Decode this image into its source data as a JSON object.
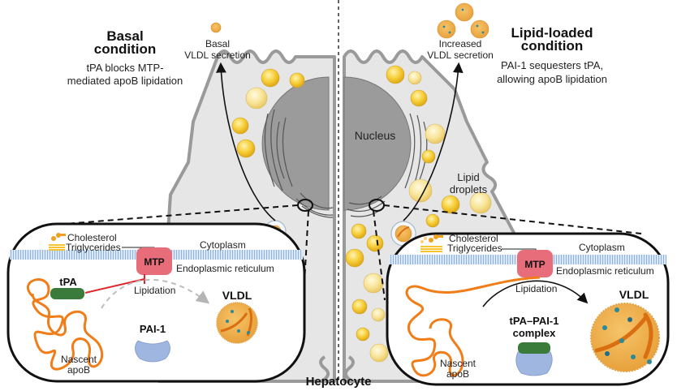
{
  "figure": {
    "title": "Hepatocyte",
    "colors": {
      "cell_fill": "#e6e6e6",
      "cell_outline": "#9a9a9a",
      "nucleus": "#9b9b9b",
      "lipid_droplet": "#f5c82e",
      "lipid_droplet_light": "#f7e08a",
      "apoB": "#f07d18",
      "tPA": "#3a7a3a",
      "PAI1": "#9fb6e0",
      "MTP": "#e86d7a",
      "inhibition": "#e0262c",
      "membrane": "#a8c4e8",
      "vldl": "#f0b04a",
      "vldl_dots": "#2a8a9a"
    }
  },
  "left_panel": {
    "heading": [
      "Basal",
      "condition"
    ],
    "description": [
      "tPA blocks MTP-",
      "mediated apoB lipidation"
    ],
    "secretion_label": [
      "Basal",
      "VLDL secretion"
    ],
    "inset": {
      "cholesterol": "Cholesterol",
      "triglycerides": "Triglycerides",
      "cytoplasm": "Cytoplasm",
      "er": "Endoplasmic reticulum",
      "mtp": "MTP",
      "tpa": "tPA",
      "lipidation": "Lipidation",
      "vldl": "VLDL",
      "pai1": "PAI-1",
      "apob": [
        "Nascent",
        "apoB"
      ]
    }
  },
  "right_panel": {
    "heading": [
      "Lipid-loaded",
      "condition"
    ],
    "description": [
      "PAI-1 sequesters tPA,",
      "allowing apoB lipidation"
    ],
    "secretion_label": [
      "Increased",
      "VLDL secretion"
    ],
    "lipid_droplets_label": [
      "Lipid",
      "droplets"
    ],
    "inset": {
      "cholesterol": "Cholesterol",
      "triglycerides": "Triglycerides",
      "cytoplasm": "Cytoplasm",
      "er": "Endoplasmic reticulum",
      "mtp": "MTP",
      "lipidation": "Lipidation",
      "vldl": "VLDL",
      "complex": [
        "tPA–PAI-1",
        "complex"
      ],
      "apob": [
        "Nascent",
        "apoB"
      ]
    }
  },
  "center": {
    "nucleus_label": "Nucleus"
  }
}
